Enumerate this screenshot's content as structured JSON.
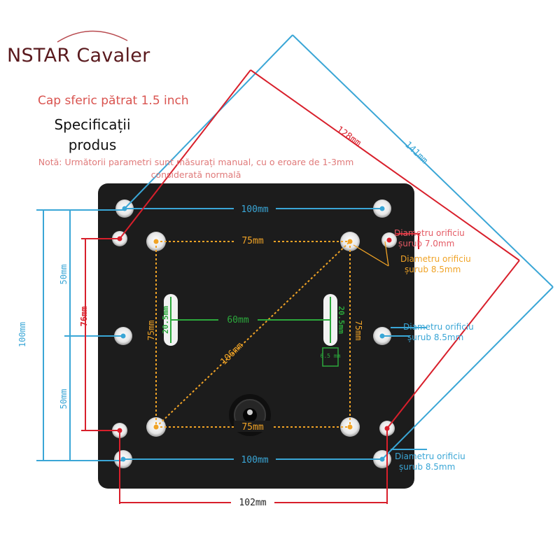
{
  "header": {
    "brand": "NSTAR Cavaler",
    "subtitle": "Cap sferic pătrat 1.5 inch",
    "spec_title": "Specificații produs",
    "note": "Notă: Următorii parametri sunt măsurați manual, cu o eroare de 1-3mm considerată normală"
  },
  "dimensions": {
    "outer_top": "100mm",
    "outer_bottom": "100mm",
    "outer_left": "100mm",
    "half_upper": "50mm",
    "half_lower": "50mm",
    "red_vertical": "76mm",
    "red_bottom": "102mm",
    "orange_top": "75mm",
    "orange_bottom": "75mm",
    "orange_left": "75mm",
    "orange_right": "75mm",
    "green_mid": "60mm",
    "slot_left": "20.5mm",
    "slot_right": "20.5mm",
    "slot_width": "6.5 mm",
    "diagonal_orange": "106mm",
    "diagonal_red": "128mm",
    "diagonal_blue": "141mm"
  },
  "callouts": {
    "screw_7": "Diametru orificiu șurub 7.0mm",
    "screw_85_orange": "Diametru orificiu șurub 8.5mm",
    "screw_85_blue_mid": "Diametru orificiu șurub 8.5mm",
    "screw_85_blue_bottom": "Diametru orificiu șurub 8.5mm"
  },
  "colors": {
    "plate": "#1c1c1c",
    "blue": "#3aa6d6",
    "red": "#d81f2b",
    "orange": "#f0a326",
    "green": "#2ca83c"
  }
}
